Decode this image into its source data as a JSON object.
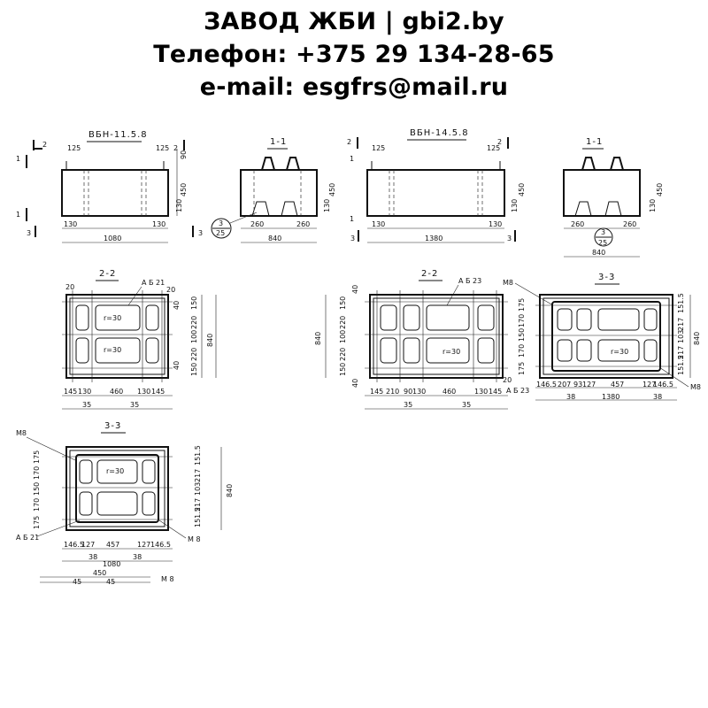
{
  "header": {
    "line1": "ЗАВОД ЖБИ | gbi2.by",
    "line2": "Телефон: +375 29 134-28-65",
    "line3": "e-mail: esgfrs@mail.ru"
  },
  "labels": {
    "block1_title": "ВБН-11.5.8",
    "block2_title": "ВБН-14.5.8",
    "section_1_1": "1-1",
    "section_2_2": "2-2",
    "section_3_3": "3-3",
    "cut_1": "1",
    "cut_2": "2",
    "cut_3": "3",
    "d125": "125",
    "d90": "90",
    "d450": "450",
    "d130": "130",
    "d1080": "1080",
    "d1380": "1380",
    "d840": "840",
    "d260": "260",
    "d20": "20",
    "d40": "40",
    "d150": "150",
    "d220": "220",
    "d100": "100",
    "d145": "145",
    "d460": "460",
    "d35": "35",
    "d210": "210",
    "d90b": "90",
    "d175": "175",
    "d170": "170",
    "d1515": "151.5",
    "d217": "217",
    "d103": "103",
    "d1465": "146.5",
    "d127": "127",
    "d457": "457",
    "d38": "38",
    "d207": "207",
    "d93": "93",
    "d45": "45",
    "d450b": "450",
    "r30": "r=30",
    "ab21": "А Б 21",
    "ab23": "А Б 23",
    "ab23b": "А Б 23",
    "m8": "М 8",
    "m8a": "М8",
    "bubble_top": "3",
    "bubble_bot": "25"
  }
}
